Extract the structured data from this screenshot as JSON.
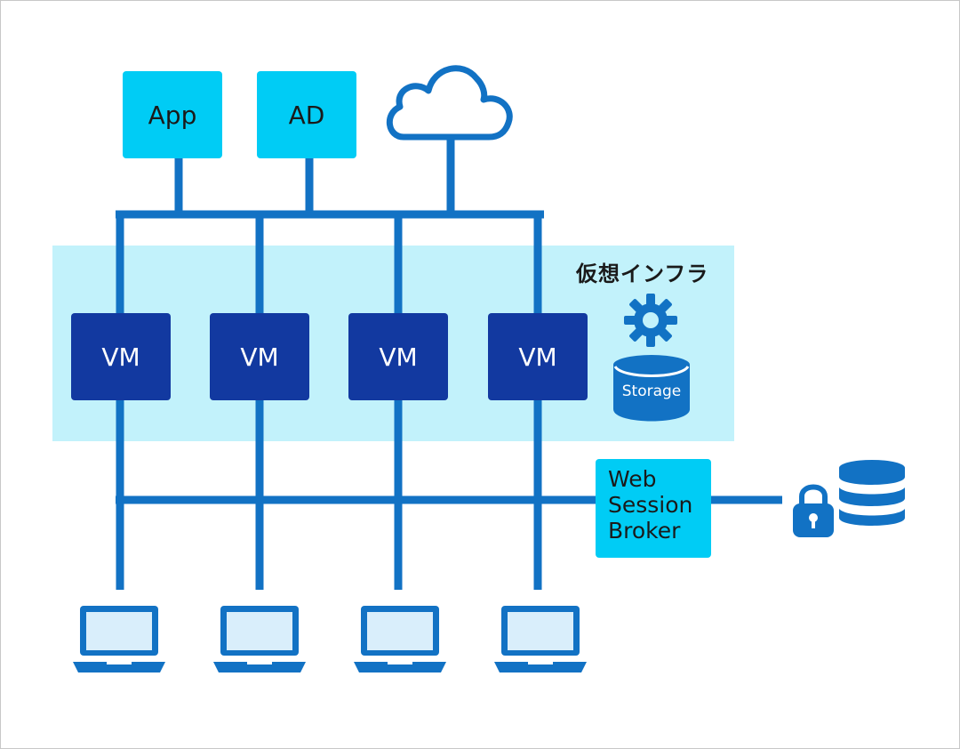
{
  "diagram": {
    "services": [
      {
        "label": "App"
      },
      {
        "label": "AD"
      }
    ],
    "cloud_icon": "cloud-icon",
    "infrastructure_label": "仮想インフラ",
    "vms": [
      {
        "label": "VM"
      },
      {
        "label": "VM"
      },
      {
        "label": "VM"
      },
      {
        "label": "VM"
      }
    ],
    "gear_icon": "gear-icon",
    "storage_label": "Storage",
    "broker_lines": [
      "Web",
      "Session",
      "Broker"
    ],
    "lock_icon": "lock-icon",
    "database_icon": "database-icon",
    "clients": [
      {
        "icon": "laptop-icon"
      },
      {
        "icon": "laptop-icon"
      },
      {
        "icon": "laptop-icon"
      },
      {
        "icon": "laptop-icon"
      }
    ],
    "colors": {
      "connector": "#1272c4",
      "service_box": "#00ccf5",
      "vm_box": "#1239a0",
      "infra_area": "#c2f2fb"
    }
  }
}
